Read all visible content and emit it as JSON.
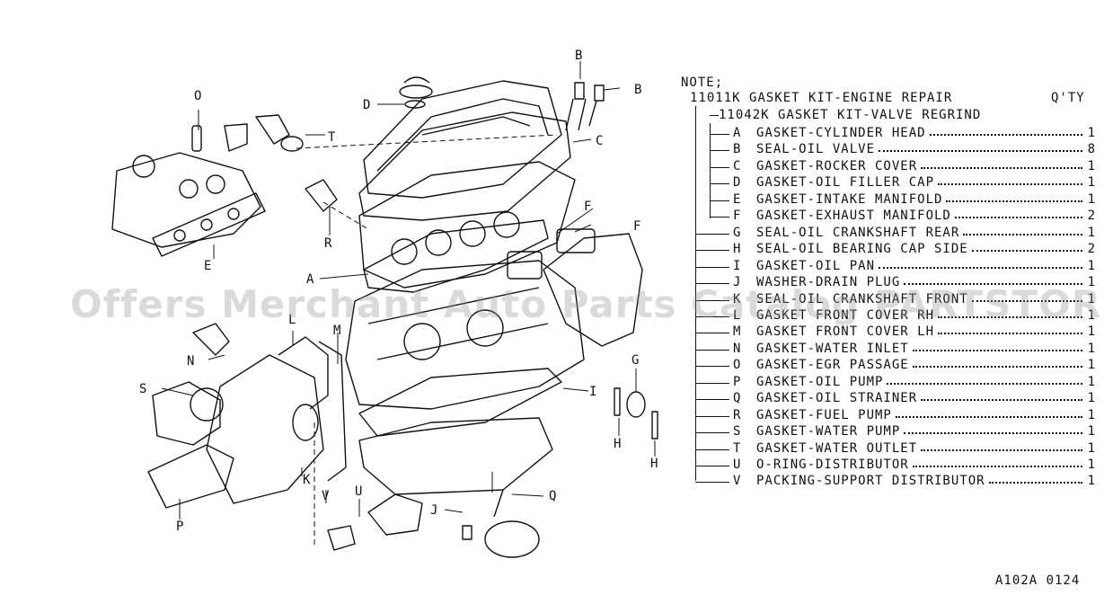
{
  "note_label": "NOTE;",
  "kit_main": "11011K  GASKET KIT-ENGINE REPAIR",
  "qty_header": "Q'TY",
  "kit_sub": "11042K GASKET KIT-VALVE REGRIND",
  "parts": [
    {
      "letter": "A",
      "name": "GASKET-CYLINDER HEAD",
      "qty": "1"
    },
    {
      "letter": "B",
      "name": "SEAL-OIL VALVE",
      "qty": "8"
    },
    {
      "letter": "C",
      "name": "GASKET-ROCKER COVER",
      "qty": "1"
    },
    {
      "letter": "D",
      "name": "GASKET-OIL FILLER CAP",
      "qty": "1"
    },
    {
      "letter": "E",
      "name": "GASKET-INTAKE MANIFOLD",
      "qty": "1"
    },
    {
      "letter": "F",
      "name": "GASKET-EXHAUST MANIFOLD",
      "qty": "2"
    },
    {
      "letter": "G",
      "name": "SEAL-OIL CRANKSHAFT REAR",
      "qty": "1"
    },
    {
      "letter": "H",
      "name": "SEAL-OIL BEARING CAP SIDE",
      "qty": "2"
    },
    {
      "letter": "I",
      "name": "GASKET-OIL PAN",
      "qty": "1"
    },
    {
      "letter": "J",
      "name": "WASHER-DRAIN PLUG",
      "qty": "1"
    },
    {
      "letter": "K",
      "name": "SEAL-OIL CRANKSHAFT FRONT",
      "qty": "1"
    },
    {
      "letter": "L",
      "name": "GASKET FRONT COVER RH",
      "qty": "1"
    },
    {
      "letter": "M",
      "name": "GASKET FRONT COVER LH",
      "qty": "1"
    },
    {
      "letter": "N",
      "name": "GASKET-WATER INLET",
      "qty": "1"
    },
    {
      "letter": "O",
      "name": "GASKET-EGR PASSAGE",
      "qty": "1"
    },
    {
      "letter": "P",
      "name": "GASKET-OIL PUMP",
      "qty": "1"
    },
    {
      "letter": "Q",
      "name": "GASKET-OIL STRAINER",
      "qty": "1"
    },
    {
      "letter": "R",
      "name": "GASKET-FUEL PUMP",
      "qty": "1"
    },
    {
      "letter": "S",
      "name": "GASKET-WATER PUMP",
      "qty": "1"
    },
    {
      "letter": "T",
      "name": "GASKET-WATER OUTLET",
      "qty": "1"
    },
    {
      "letter": "U",
      "name": "O-RING-DISTRIBUTOR",
      "qty": "1"
    },
    {
      "letter": "V",
      "name": "PACKING-SUPPORT DISTRIBUTOR",
      "qty": "1"
    }
  ],
  "callouts": {
    "a": "A",
    "b1": "B",
    "b2": "B",
    "c": "C",
    "d": "D",
    "e": "E",
    "f1": "F",
    "f2": "F",
    "g": "G",
    "h1": "H",
    "h2": "H",
    "i": "I",
    "j": "J",
    "k": "K",
    "l": "L",
    "m": "M",
    "n": "N",
    "o": "O",
    "p": "P",
    "q": "Q",
    "r": "R",
    "s": "S",
    "t": "T",
    "u": "U",
    "v": "V"
  },
  "watermark": "Offers Merchant Auto Parts Catalog PARTSTORE.SA",
  "diagram_code": "A102A 0124"
}
